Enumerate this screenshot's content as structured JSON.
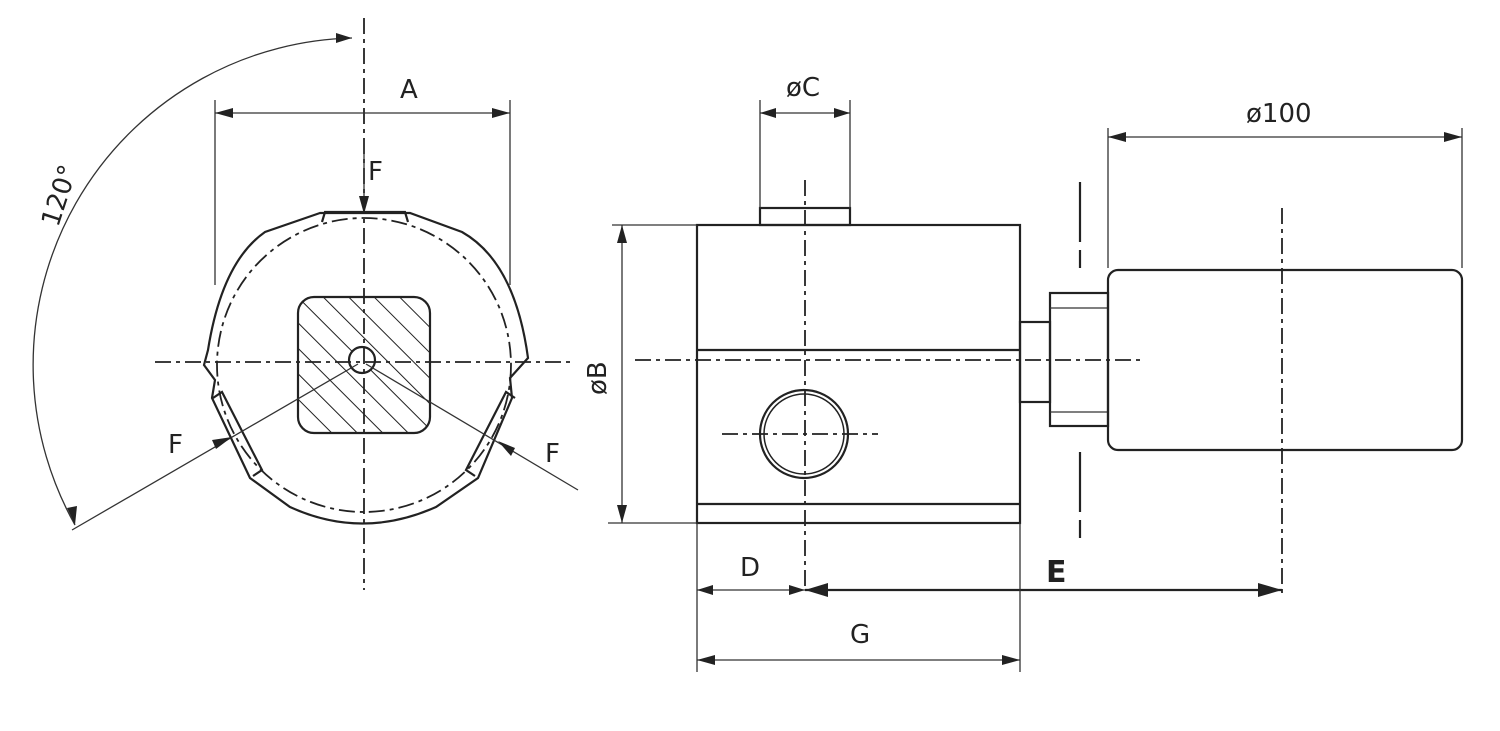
{
  "labels": {
    "angle": "120°",
    "dim_a": "A",
    "force_top": "F",
    "force_left": "F",
    "force_right": "F",
    "dim_c": "øC",
    "dim_100": "ø100",
    "dim_b": "øB",
    "dim_d": "D",
    "dim_e": "E",
    "dim_g": "G"
  }
}
